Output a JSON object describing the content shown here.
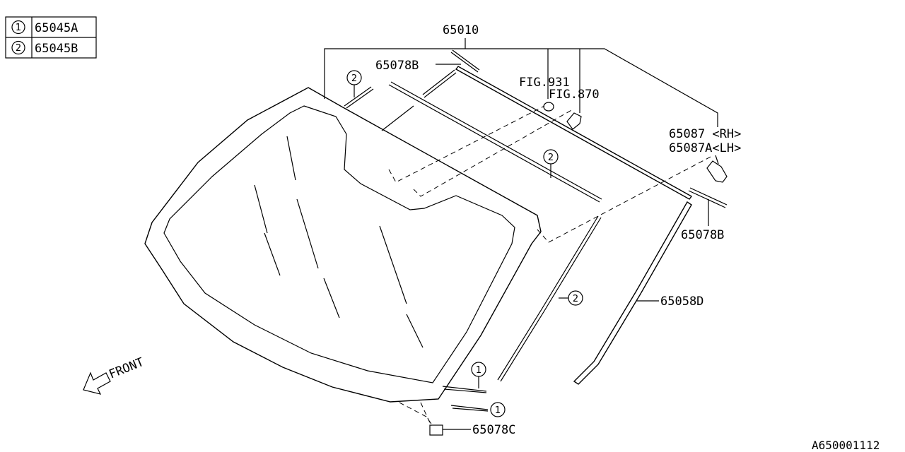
{
  "legend": {
    "rows": [
      {
        "symbol": "1",
        "part": "65045A"
      },
      {
        "symbol": "2",
        "part": "65045B"
      }
    ]
  },
  "labels": {
    "assembly": "65010",
    "molding_top": "65078B",
    "fig_931": "FIG.931",
    "fig_870": "FIG.870",
    "bracket_rh": "65087 <RH>",
    "bracket_lh": "65087A<LH>",
    "molding_side": "65078B",
    "side_molding": "65058D",
    "clip_bottom": "65078C",
    "front": "FRONT",
    "ref_code": "A650001112"
  },
  "callouts": {
    "c2_top": "2",
    "c2_mid": "2",
    "c2_side": "2",
    "c1_upper": "1",
    "c1_lower": "1"
  }
}
